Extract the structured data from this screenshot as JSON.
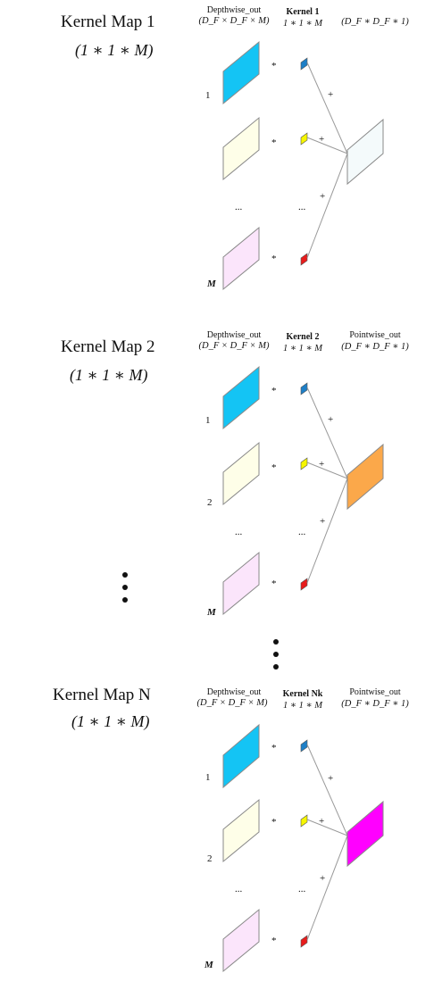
{
  "panels": [
    {
      "title": "Kernel Map 1",
      "subtitle": "(1 ∗ 1 ∗ M)",
      "depthwise_header": "Depthwise_out",
      "depthwise_dims": "(D_F × D_F × M)",
      "kernel_header": "Kernel 1",
      "kernel_dims": "1 ∗ 1 ∗ M",
      "pointwise_header": "",
      "pointwise_dims": "(D_F ∗ D_F ∗ 1)",
      "row_labels": [
        "1",
        "",
        "M"
      ],
      "ellipsis": "...",
      "output_color": "#f4fafb"
    },
    {
      "title": "Kernel Map 2",
      "subtitle": "(1 ∗ 1 ∗ M)",
      "depthwise_header": "Depthwise_out",
      "depthwise_dims": "(D_F × D_F × M)",
      "kernel_header": "Kernel 2",
      "kernel_dims": "1 ∗ 1 ∗ M",
      "pointwise_header": "Pointwise_out",
      "pointwise_dims": "(D_F ∗ D_F ∗ 1)",
      "row_labels": [
        "1",
        "2",
        "M"
      ],
      "ellipsis": "...",
      "output_color": "#fba84a"
    },
    {
      "title": "Kernel Map N",
      "subtitle": "(1 ∗ 1 ∗ M)",
      "depthwise_header": "Depthwise_out",
      "depthwise_dims": "(D_F × D_F × M)",
      "kernel_header": "Kernel Nk",
      "kernel_dims": "1 ∗ 1 ∗ M",
      "pointwise_header": "Pointwise_out",
      "pointwise_dims": "(D_F ∗ D_F ∗ 1)",
      "row_labels": [
        "1",
        "2",
        "M"
      ],
      "ellipsis": "...",
      "output_color": "#ff00ff"
    }
  ],
  "operators": {
    "multiply": "*",
    "add": "+"
  },
  "colors": {
    "depth_blue": "#14c4f4",
    "depth_cream": "#fefee8",
    "depth_pink": "#fbe5fb",
    "kernel_blue": "#1d7fc7",
    "kernel_yellow": "#f6f600",
    "kernel_red": "#e81c1c"
  }
}
